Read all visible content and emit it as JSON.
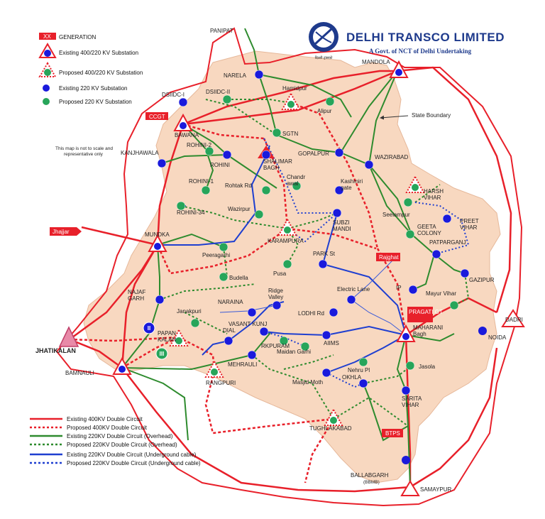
{
  "header": {
    "title": "DELHI TRANSCO LIMITED",
    "subtitle": "A Govt. of NCT of Delhi Undertaking",
    "logo_text": "दिल्ली ट्रांसको"
  },
  "note": {
    "line1": "This map is not to scale and",
    "line2": "representative only"
  },
  "legend": {
    "generation_tag": "XX",
    "generation_label": "GENERATION",
    "existing_400": "Existing 400/220 KV Substation",
    "proposed_400": "Proposed 400/220 KV Substation",
    "existing_220": "Existing 220 KV Substation",
    "proposed_220": "Proposed 220 KV Substation"
  },
  "line_legend": [
    {
      "label": "Existing 400KV Double Circuit",
      "color": "#e8202a",
      "dash": false
    },
    {
      "label": "Proposed 400KV Double Circuit",
      "color": "#e8202a",
      "dash": true
    },
    {
      "label": "Existing 220KV Double Circuit (Overhead)",
      "color": "#2e8b2e",
      "dash": false
    },
    {
      "label": "Proposed 220KV Double Circuit (Overhead)",
      "color": "#2e8b2e",
      "dash": true
    },
    {
      "label": "Existing 220KV Double Circuit (Underground cable)",
      "color": "#1f3fd0",
      "dash": false
    },
    {
      "label": "Proposed 220KV Double Circuit (Underground cable)",
      "color": "#1f3fd0",
      "dash": true
    }
  ],
  "annotations": {
    "state_boundary": "State Boundary",
    "panipat": "PANIPAT",
    "jhajjar": "Jhajjar",
    "ccgt": "CCGT",
    "rajghat": "Rajghat",
    "pragati_gt": "PRAGATI GT",
    "btps": "BTPS",
    "jhatikalan": "JHATIKALAN",
    "dadri": "DADRI",
    "noida": "NOIDA",
    "samaypur": "SAMAYPUR",
    "ballabgarh": "BALLABGARH",
    "bbmb": "(BBMB)"
  },
  "stations": [
    {
      "name": "NARELA",
      "type": "existing_220"
    },
    {
      "name": "DSIIDC-I",
      "type": "existing_220"
    },
    {
      "name": "DSIIDC-II",
      "type": "proposed_220"
    },
    {
      "name": "Hamidpur",
      "type": "proposed_400"
    },
    {
      "name": "Alipur",
      "type": "proposed_220"
    },
    {
      "name": "MANDOLA",
      "type": "existing_400"
    },
    {
      "name": "BAWANA",
      "type": "existing_400"
    },
    {
      "name": "SGTN",
      "type": "proposed_220"
    },
    {
      "name": "ROHINI-2",
      "type": "proposed_220"
    },
    {
      "name": "ROHINI",
      "type": "existing_220"
    },
    {
      "name": "SHALIMAR BAGH",
      "type": "existing_220"
    },
    {
      "name": "GOPALPUR",
      "type": "existing_220"
    },
    {
      "name": "WAZIRABAD",
      "type": "existing_220"
    },
    {
      "name": "KANJHAWALA",
      "type": "existing_220"
    },
    {
      "name": "ROHINI-1",
      "type": "proposed_220"
    },
    {
      "name": "Rohtak Rd",
      "type": "proposed_220"
    },
    {
      "name": "Chandrawal",
      "type": "proposed_220"
    },
    {
      "name": "Kashmiri gate",
      "type": "existing_220"
    },
    {
      "name": "HARSH VIHAR",
      "type": "proposed_400"
    },
    {
      "name": "ROHINI-34",
      "type": "proposed_220"
    },
    {
      "name": "Wazirpur",
      "type": "proposed_220"
    },
    {
      "name": "SUBZI MANDI",
      "type": "existing_220"
    },
    {
      "name": "Seelampur",
      "type": "proposed_220"
    },
    {
      "name": "PREET VIHAR",
      "type": "existing_220"
    },
    {
      "name": "MUNDKA",
      "type": "existing_400"
    },
    {
      "name": "KARAMPURA",
      "type": "proposed_400"
    },
    {
      "name": "GEETA COLONY",
      "type": "proposed_220"
    },
    {
      "name": "PATPARGANJ",
      "type": "existing_220"
    },
    {
      "name": "Peeragarhi",
      "type": "proposed_220"
    },
    {
      "name": "PARK St",
      "type": "existing_220"
    },
    {
      "name": "Pusa",
      "type": "proposed_220"
    },
    {
      "name": "Budella",
      "type": "proposed_220"
    },
    {
      "name": "GAZIPUR",
      "type": "existing_220"
    },
    {
      "name": "NAJAF GARH",
      "type": "existing_220"
    },
    {
      "name": "Electric Lane",
      "type": "existing_220"
    },
    {
      "name": "IP",
      "type": "existing_220"
    },
    {
      "name": "Mayur Vihar",
      "type": "proposed_220"
    },
    {
      "name": "NARAINA",
      "type": "existing_220"
    },
    {
      "name": "Ridge Valley",
      "type": "existing_220"
    },
    {
      "name": "Janakpuri",
      "type": "proposed_220"
    },
    {
      "name": "LODHI Rd",
      "type": "existing_220"
    },
    {
      "name": "PAPAN KALAN",
      "type": "proposed_400"
    },
    {
      "name": "DIAL",
      "type": "existing_220"
    },
    {
      "name": "VASANT KUNJ",
      "type": "existing_220"
    },
    {
      "name": "RKPURAM",
      "type": "proposed_220"
    },
    {
      "name": "AIIMS",
      "type": "existing_220"
    },
    {
      "name": "MAHARANI Bagh",
      "type": "existing_400"
    },
    {
      "name": "BAMNAULI",
      "type": "existing_400"
    },
    {
      "name": "MEHRAULI",
      "type": "existing_220"
    },
    {
      "name": "Maidan Garhi",
      "type": "proposed_220"
    },
    {
      "name": "Nehru Pl",
      "type": "proposed_220"
    },
    {
      "name": "Jasola",
      "type": "proposed_220"
    },
    {
      "name": "RANGPURI",
      "type": "proposed_400"
    },
    {
      "name": "Masjid Moth",
      "type": "existing_220"
    },
    {
      "name": "OKHLA",
      "type": "existing_220"
    },
    {
      "name": "SARITA VIHAR",
      "type": "existing_220"
    },
    {
      "name": "TUGHLAKABAD",
      "type": "proposed_400"
    }
  ],
  "roman": [
    "II",
    "III"
  ],
  "colors": {
    "territory": "#f8d8c0",
    "boundary": "#e8202a",
    "line_400": "#e8202a",
    "line_220": "#2e8b2e",
    "cable": "#1f3fd0",
    "station_existing": "#1a1adc",
    "station_proposed": "#27a55a",
    "brand": "#1e3a8c"
  }
}
